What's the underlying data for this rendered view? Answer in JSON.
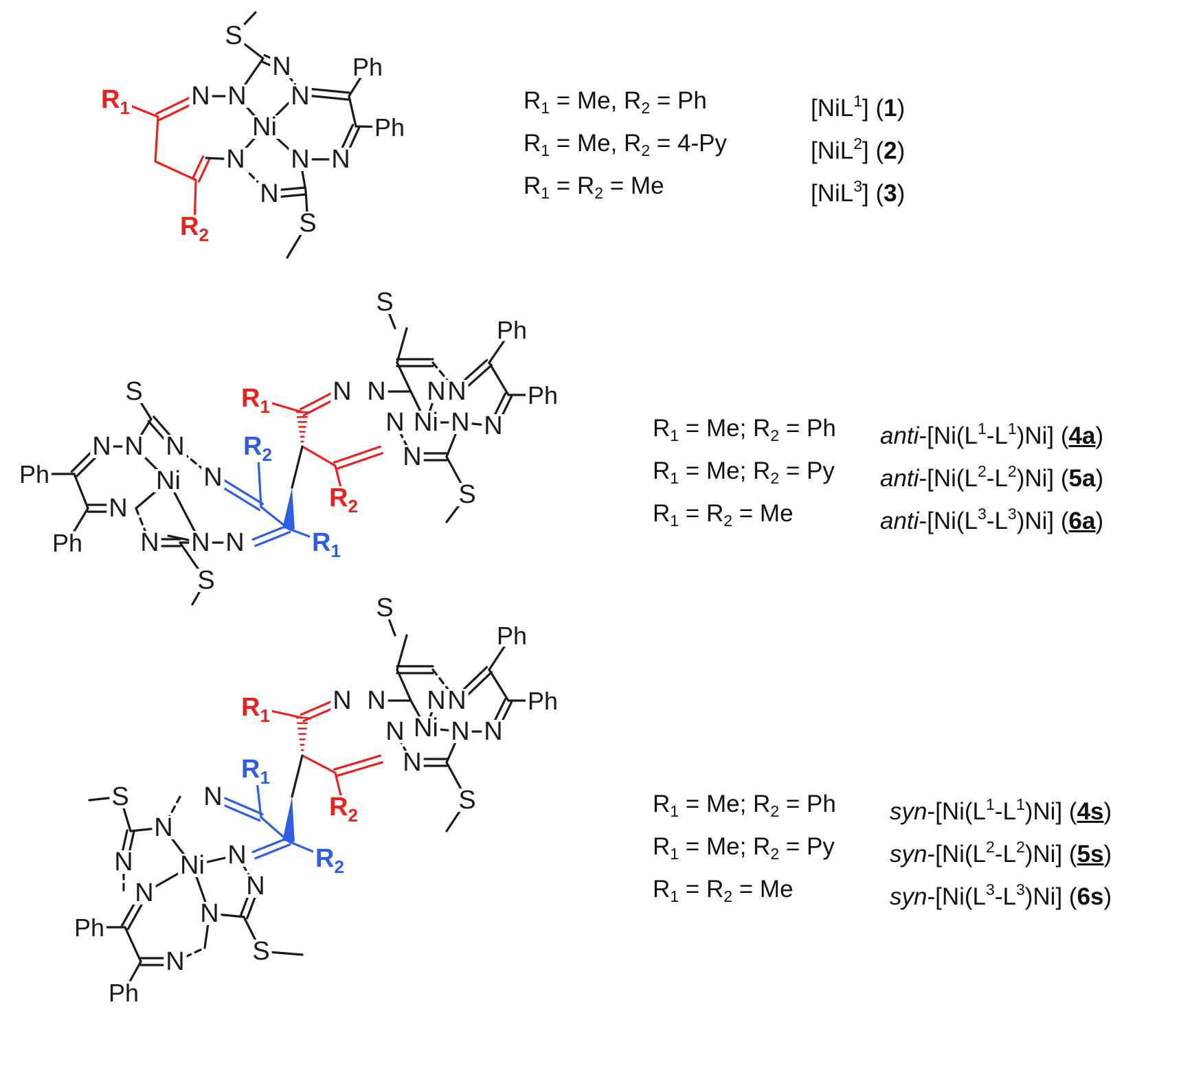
{
  "colors": {
    "black": "#1a1a1a",
    "red": "#e8231f",
    "blue": "#2f5fe0"
  },
  "atoms": {
    "N": "N",
    "Ni": "Ni",
    "S": "S",
    "Ph": "Ph",
    "R": "R",
    "sub1": "1",
    "sub2": "2"
  },
  "panel1": {
    "rows": [
      {
        "cond": "R1 = Me, R2 = Ph",
        "c1": "R",
        "s1": "1",
        "c2": " = Me, R",
        "s2": "2",
        "c3": " = Ph",
        "cpd_a": "[NiL",
        "cpd_sup": "1",
        "cpd_b": "]  (",
        "num": "1",
        "cpd_c": ")"
      },
      {
        "cond": "R1 = Me, R2 = 4-Py",
        "c1": "R",
        "s1": "1",
        "c2": " = Me, R",
        "s2": "2",
        "c3": " = 4-Py",
        "cpd_a": "[NiL",
        "cpd_sup": "2",
        "cpd_b": "]  (",
        "num": "2",
        "cpd_c": ")"
      },
      {
        "cond": "R1 = R2 = Me",
        "c1": "R",
        "s1": "1",
        "c2": " = R",
        "s2": "2",
        "c3": " = Me",
        "cpd_a": "[NiL",
        "cpd_sup": "3",
        "cpd_b": "]  (",
        "num": "3",
        "cpd_c": ")"
      }
    ]
  },
  "panel2": {
    "rows": [
      {
        "c1": "R",
        "s1": "1",
        "c2": " = Me; R",
        "s2": "2",
        "c3": " = Ph",
        "pre": "anti",
        "a": "-[Ni(L",
        "sup1": "1",
        "b": "-L",
        "sup2": "1",
        "c": ")Ni] (",
        "num": "4a",
        "d": ")"
      },
      {
        "c1": "R",
        "s1": "1",
        "c2": " = Me; R",
        "s2": "2",
        "c3": " = Py",
        "pre": "anti",
        "a": "-[Ni(L",
        "sup1": "2",
        "b": "-L",
        "sup2": "2",
        "c": ")Ni] (",
        "num": "5a",
        "d": ")"
      },
      {
        "c1": "R",
        "s1": "1",
        "c2": " = R",
        "s2": "2",
        "c3": " = Me",
        "pre": "anti",
        "a": "-[Ni(L",
        "sup1": "3",
        "b": "-L",
        "sup2": "3",
        "c": ")Ni] (",
        "num": "6a",
        "d": ")"
      }
    ]
  },
  "panel3": {
    "rows": [
      {
        "c1": "R",
        "s1": "1",
        "c2": " = Me; R",
        "s2": "2",
        "c3": " = Ph",
        "pre": "syn",
        "a": "-[Ni(L",
        "sup1": "1",
        "b": "-L",
        "sup2": "1",
        "c": ")Ni] (",
        "num": "4s",
        "d": ")"
      },
      {
        "c1": "R",
        "s1": "1",
        "c2": " = Me; R",
        "s2": "2",
        "c3": " = Py",
        "pre": "syn",
        "a": "-[Ni(L",
        "sup1": "2",
        "b": "-L",
        "sup2": "2",
        "c": ")Ni] (",
        "num": "5s",
        "d": ")"
      },
      {
        "c1": "R",
        "s1": "1",
        "c2": " = R",
        "s2": "2",
        "c3": " = Me",
        "pre": "syn",
        "a": "-[Ni(L",
        "sup1": "3",
        "b": "-L",
        "sup2": "3",
        "c": ")Ni] (",
        "num": "6s",
        "d": ")"
      }
    ]
  }
}
